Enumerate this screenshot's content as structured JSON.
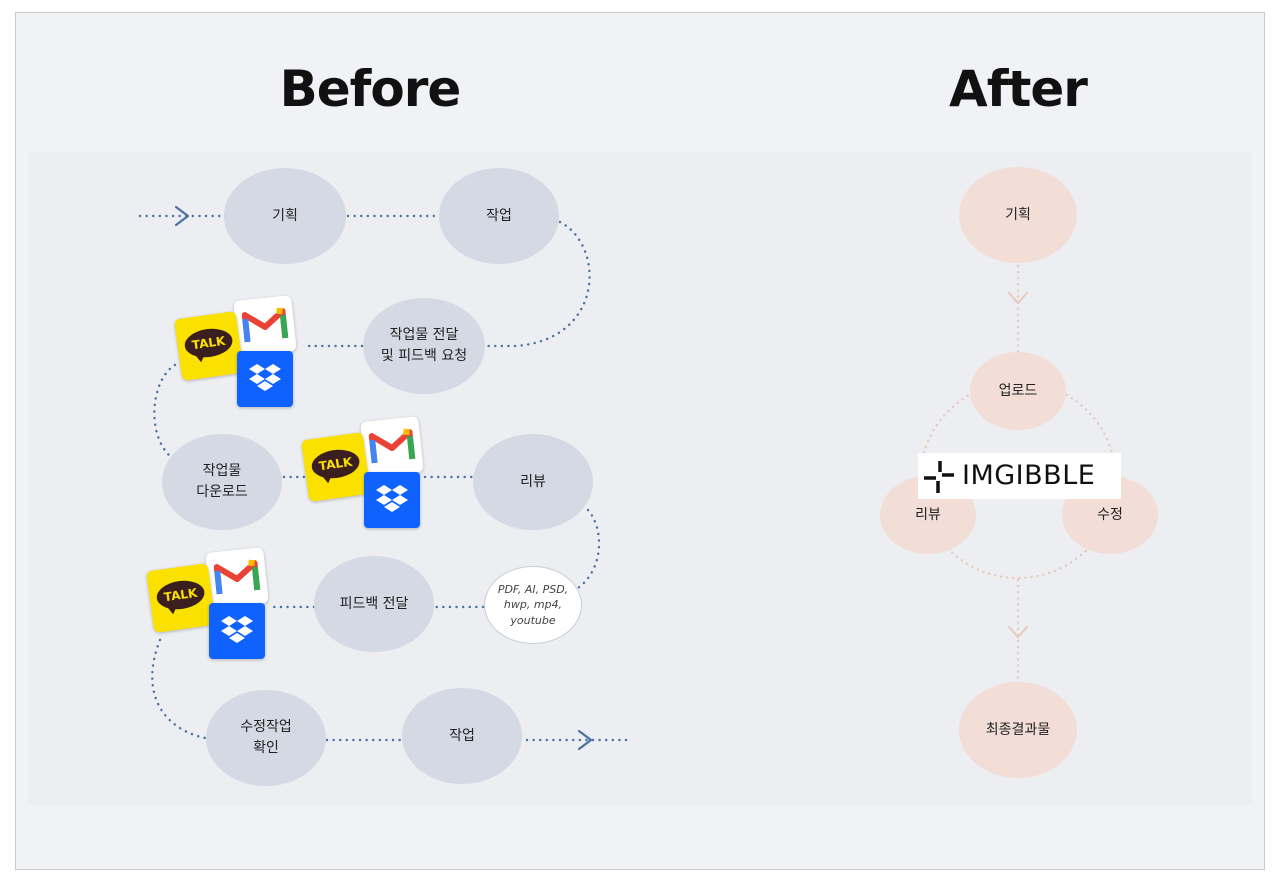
{
  "headings": {
    "before": "Before",
    "after": "After"
  },
  "before": {
    "nodes": {
      "plan": "기획",
      "work1": "작업",
      "deliver": "작업물 전달\n및 피드백 요청",
      "download": "작업물\n다운로드",
      "review": "리뷰",
      "formats": "PDF, AI, PSD,\nhwp, mp4,\nyoutube",
      "feedback": "피드백 전달",
      "confirm": "수정작업\n확인",
      "work2": "작업"
    },
    "channel_icons": [
      {
        "name": "kakaotalk-icon",
        "label": "TALK"
      },
      {
        "name": "gmail-icon"
      },
      {
        "name": "dropbox-icon"
      }
    ]
  },
  "after": {
    "nodes": {
      "plan": "기획",
      "upload": "업로드",
      "review": "리뷰",
      "revise": "수정",
      "final": "최종결과물"
    },
    "logo_text": "IMGIBBLE"
  },
  "colors": {
    "before_node": "#d4d9e4",
    "after_node": "#f2ded6",
    "before_line": "#4a6fa5",
    "after_line": "#e8c9bd",
    "kakao_yellow": "#fbe100",
    "dropbox_blue": "#0f62fe"
  }
}
